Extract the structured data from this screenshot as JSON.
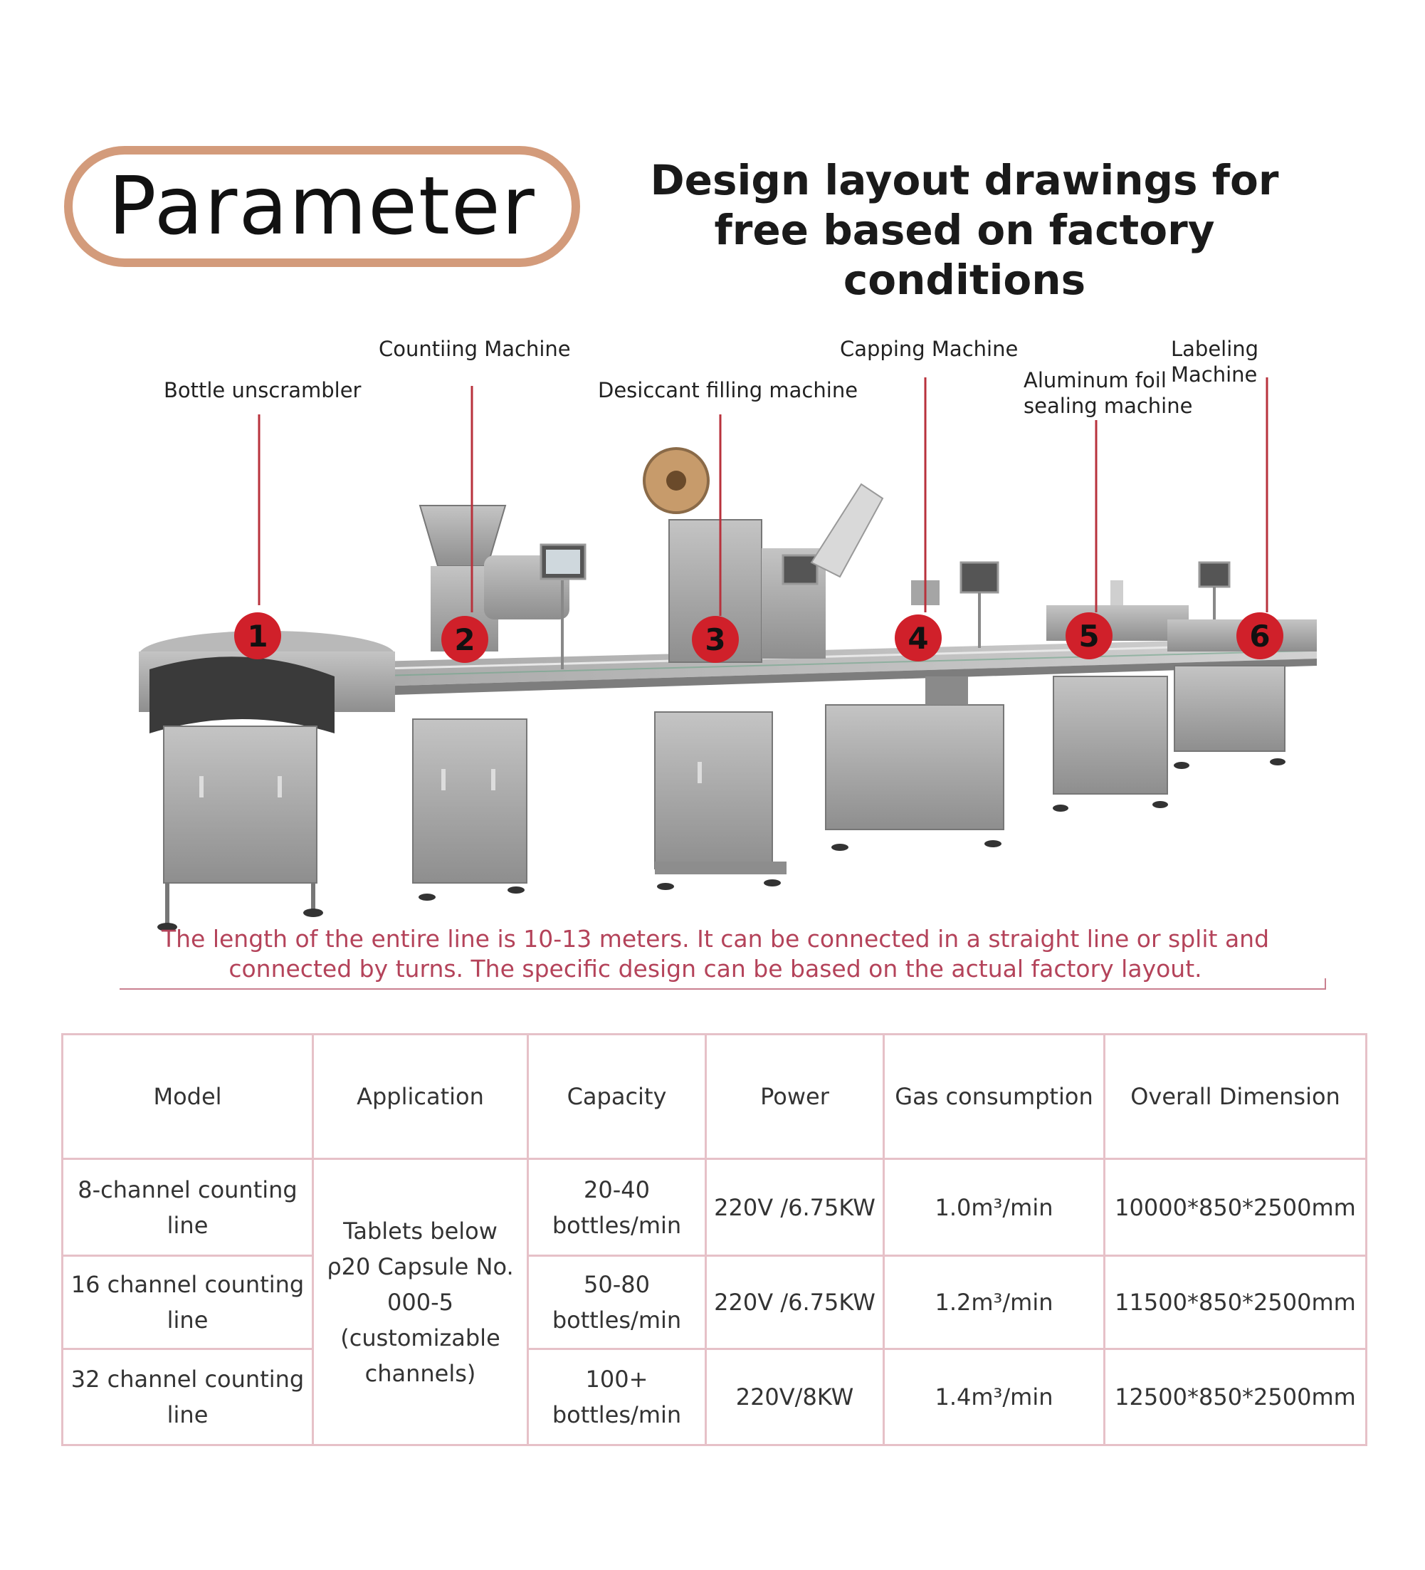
{
  "header": {
    "title": "Parameter",
    "subtitle": "Design layout drawings for free based on factory conditions"
  },
  "diagram": {
    "machines": [
      {
        "number": "1",
        "label": "Bottle unscrambler"
      },
      {
        "number": "2",
        "label": "Countiing Machine"
      },
      {
        "number": "3",
        "label": "Desiccant filling machine"
      },
      {
        "number": "4",
        "label": "Capping Machine"
      },
      {
        "number": "5",
        "label": "Aluminum foil\nsealing machine"
      },
      {
        "number": "6",
        "label": "Labeling Machine"
      }
    ],
    "colors": {
      "marker": "#d0202a",
      "leader": "#b8323c",
      "machine": "#9a9a9a"
    },
    "note": "The length of the entire line is 10-13 meters. It can be connected in a straight line or split and connected by turns. The specific design can be based on the actual factory layout."
  },
  "table": {
    "headers": [
      "Model",
      "Application",
      "Capacity",
      "Power",
      "Gas consumption",
      "Overall Dimension"
    ],
    "application": "Tablets below ρ20 Capsule No. 000-5 (customizable channels)",
    "rows": [
      {
        "model": "8-channel counting line",
        "capacity": "20-40 bottles/min",
        "power": "220V /6.75KW",
        "gas": "1.0m³/min",
        "dimension": "10000*850*2500mm"
      },
      {
        "model": "16 channel counting line",
        "capacity": "50-80 bottles/min",
        "power": "220V /6.75KW",
        "gas": "1.2m³/min",
        "dimension": "11500*850*2500mm"
      },
      {
        "model": "32 channel counting line",
        "capacity": "100+ bottles/min",
        "power": "220V/8KW",
        "gas": "1.4m³/min",
        "dimension": "12500*850*2500mm"
      }
    ],
    "border_color": "#e6c1c8"
  }
}
